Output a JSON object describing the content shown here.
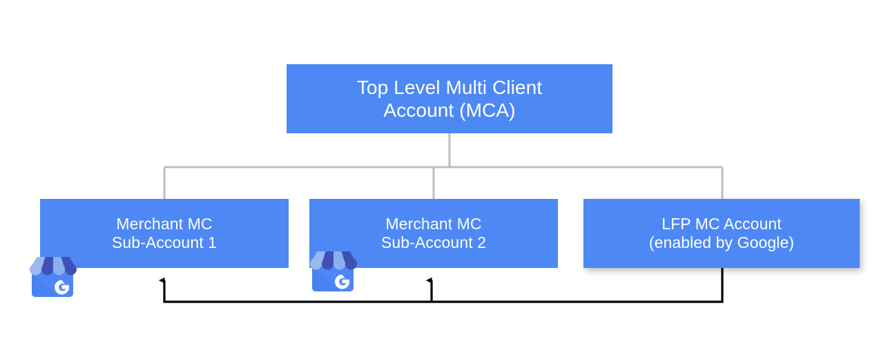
{
  "diagram": {
    "title_visible": false,
    "background_color": "#ffffff",
    "node_fill_color": "#4d88f5",
    "node_text_color": "#ffffff",
    "tree_connector_color": "#bdbdbd",
    "feed_arrow_color": "#000000",
    "nodes": [
      {
        "id": "top-mca",
        "label": "Top Level Multi Client\nAccount (MCA)",
        "line1": "Top Level Multi Client",
        "line2": "Account (MCA)"
      },
      {
        "id": "merchant-sub-1",
        "label": "Merchant MC\nSub-Account 1",
        "line1": "Merchant MC",
        "line2": "Sub-Account 1"
      },
      {
        "id": "merchant-sub-2",
        "label": "Merchant MC\nSub-Account 2",
        "line1": "Merchant MC",
        "line2": "Sub-Account 2"
      },
      {
        "id": "lfp-mc-account",
        "label": "LFP MC Account\n(enabled by Google)",
        "line1": "LFP MC Account",
        "line2": "(enabled by Google)"
      }
    ],
    "icons": [
      {
        "id": "gbp-icon-1",
        "name": "google-business-profile-icon",
        "letter": "G"
      },
      {
        "id": "gbp-icon-2",
        "name": "google-business-profile-icon",
        "letter": "G"
      }
    ],
    "edges": [
      {
        "from": "top-mca",
        "to": "merchant-sub-1",
        "style": "tree-connector"
      },
      {
        "from": "top-mca",
        "to": "merchant-sub-2",
        "style": "tree-connector"
      },
      {
        "from": "top-mca",
        "to": "lfp-mc-account",
        "style": "tree-connector"
      },
      {
        "from": "lfp-mc-account",
        "to": "merchant-sub-1",
        "style": "arrow"
      },
      {
        "from": "lfp-mc-account",
        "to": "merchant-sub-2",
        "style": "arrow"
      }
    ]
  }
}
